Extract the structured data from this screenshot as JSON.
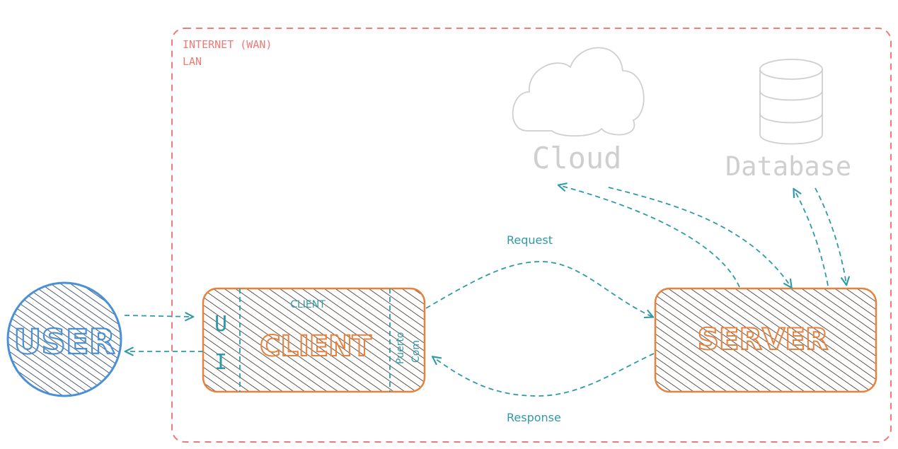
{
  "boundary": {
    "label_line1": "INTERNET (WAN)",
    "label_line2": "LAN"
  },
  "user": {
    "label": "USER"
  },
  "client": {
    "ui_letter_1": "U",
    "ui_letter_2": "I",
    "small_label": "CLIENT",
    "label": "CLIENT",
    "port_label_1": "Puerto",
    "port_label_2": "Com"
  },
  "server": {
    "label": "SERVER"
  },
  "cloud": {
    "label": "Cloud"
  },
  "database": {
    "label": "Database"
  },
  "arrows": {
    "request_label": "Request",
    "response_label": "Response"
  },
  "colors": {
    "boundary": "#ef7a76",
    "user": "#4a90d9",
    "client_border": "#e8813c",
    "server_border": "#e8813c",
    "connector": "#2f9aa7",
    "grey_icon": "#cfcfcf",
    "hatch": "#3b2a22"
  }
}
